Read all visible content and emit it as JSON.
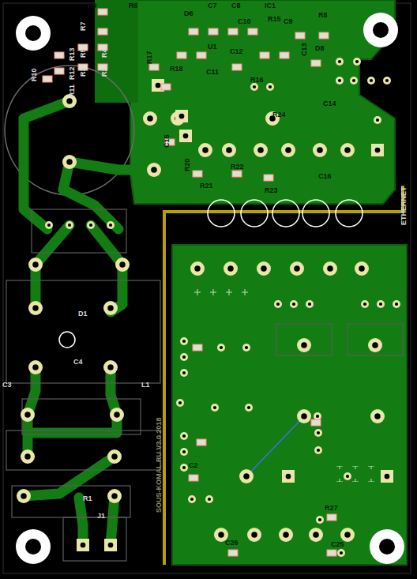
{
  "diagram": {
    "labels": [
      "R6",
      "R9",
      "D6",
      "C7",
      "C8",
      "IC1",
      "R8",
      "R15",
      "C10",
      "C9",
      "U1",
      "C12",
      "R7",
      "R13",
      "R12",
      "R11",
      "R5",
      "R4",
      "R3",
      "R2",
      "R10",
      "R18",
      "R17",
      "C11",
      "R16",
      "C13",
      "D8",
      "C14",
      "R24",
      "C15",
      "R20",
      "R22",
      "R21",
      "R23",
      "C16",
      "ETHERNET",
      "D1",
      "C4",
      "C3",
      "L1",
      "SOUS-KOMAL.RU V3.0 2018",
      "C2",
      "R1",
      "J1",
      "R27",
      "C26",
      "C25"
    ]
  }
}
